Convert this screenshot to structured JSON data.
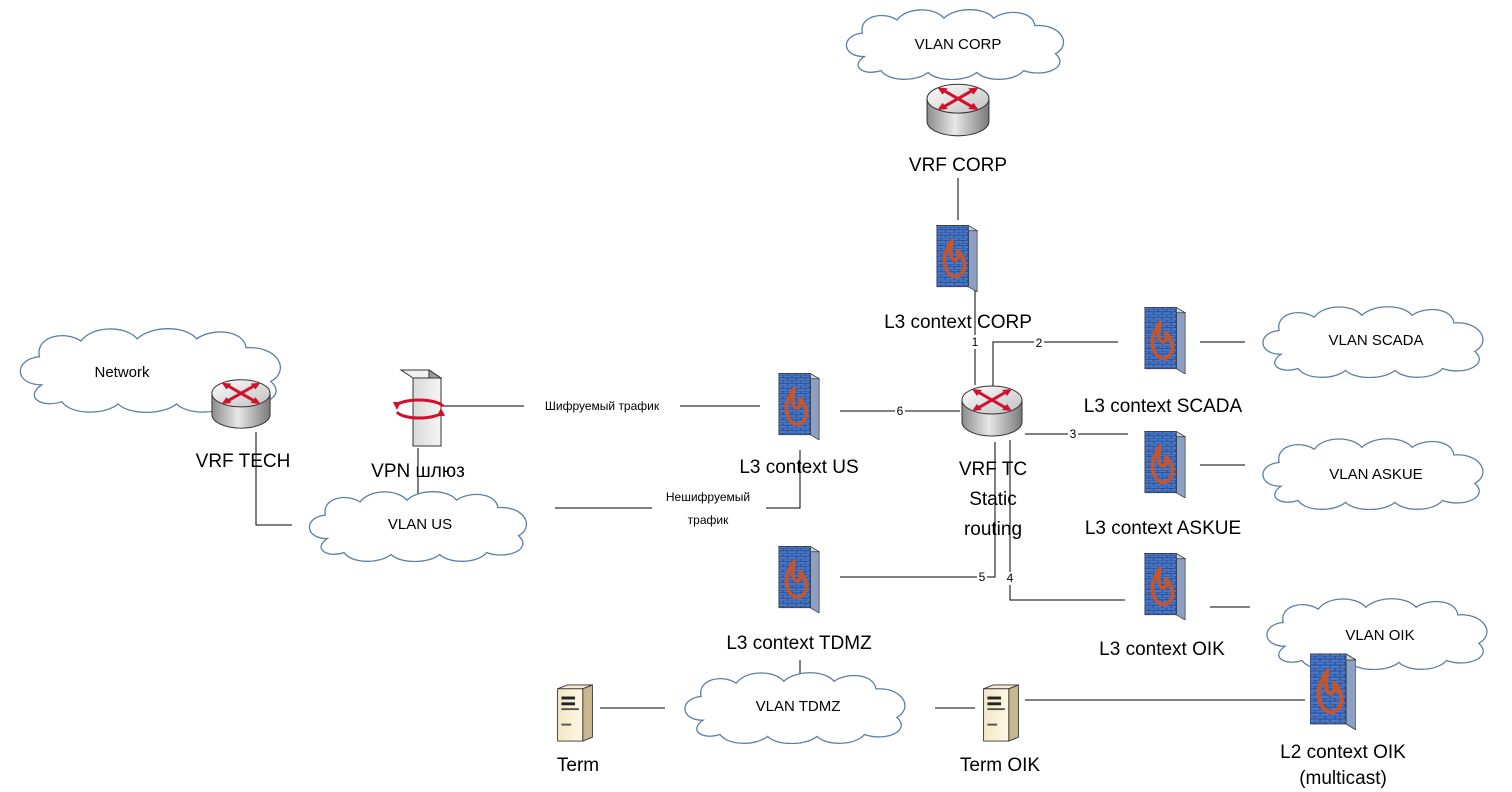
{
  "nodes": {
    "vlan_corp": "VLAN CORP",
    "vrf_corp": "VRF CORP",
    "l3_corp": "L3 context CORP",
    "network": "Network",
    "vrf_tech": "VRF TECH",
    "vpn_gateway": "VPN шлюз",
    "vlan_us": "VLAN US",
    "l3_us": "L3 context US",
    "vrf_tc": [
      "VRF TC",
      "Static",
      "routing"
    ],
    "l3_scada": "L3 context SCADA",
    "vlan_scada": "VLAN SCADA",
    "l3_askue": "L3 context ASKUE",
    "vlan_askue": "VLAN ASKUE",
    "l3_oik": "L3 context OIK",
    "vlan_oik": "VLAN OIK",
    "l3_tdmz": "L3 context TDMZ",
    "vlan_tdmz": "VLAN TDMZ",
    "term": "Term",
    "term_oik": "Term OIK",
    "l2_oik": [
      "L2 context OIK",
      "(multicast)"
    ]
  },
  "links": {
    "encrypted": "Шифруемый трафик",
    "unencrypted": [
      "Нешифруемый",
      "трафик"
    ],
    "port_1": "1",
    "port_2": "2",
    "port_3": "3",
    "port_4": "4",
    "port_5": "5",
    "port_6": "6"
  },
  "colors": {
    "cloud_stroke": "#5b7fa8",
    "router_arrow": "#d0112b",
    "firewall_brick": "#2f5aa8",
    "firewall_flame": "#c8552a"
  }
}
